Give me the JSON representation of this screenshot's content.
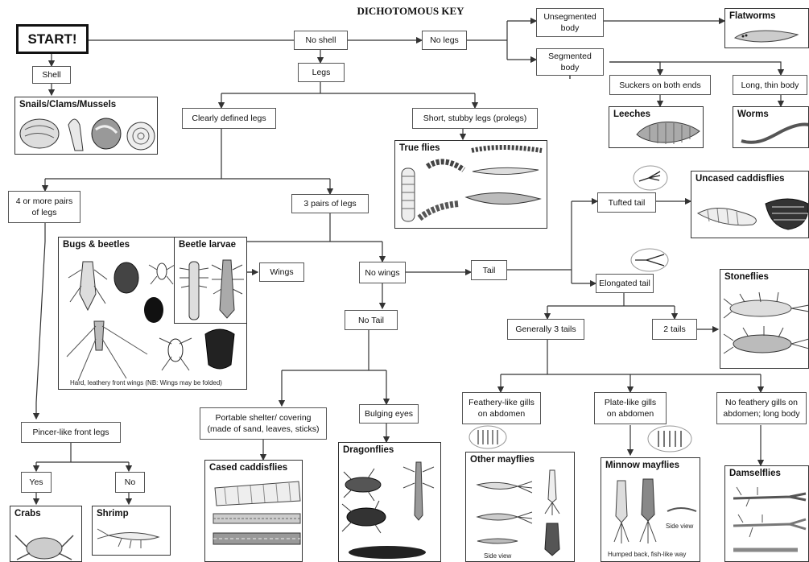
{
  "title": "DICHOTOMOUS KEY",
  "start": "START!",
  "nodes": {
    "shell": "Shell",
    "no_shell": "No shell",
    "no_legs": "No legs",
    "legs": "Legs",
    "unsegmented_body": "Unsegmented\nbody",
    "segmented_body": "Segmented\nbody",
    "suckers": "Suckers on both ends",
    "long_thin_body": "Long, thin body",
    "clearly_defined_legs": "Clearly defined legs",
    "stubby_legs": "Short, stubby legs (prolegs)",
    "four_pairs": "4 or more pairs\nof legs",
    "three_pairs": "3 pairs of legs",
    "wings": "Wings",
    "no_wings": "No wings",
    "tail": "Tail",
    "tufted_tail": "Tufted tail",
    "elongated_tail": "Elongated tail",
    "generally_3_tails": "Generally 3 tails",
    "two_tails": "2 tails",
    "no_tail": "No Tail",
    "pincer_legs": "Pincer-like front legs",
    "yes": "Yes",
    "no": "No",
    "portable_shelter": "Portable shelter/ covering\n(made of sand, leaves, sticks)",
    "bulging_eyes": "Bulging eyes",
    "feathery_gills": "Feathery-like gills\non abdomen",
    "plate_gills": "Plate-like gills\non abdomen",
    "no_feathery_gills": "No feathery gills on\nabdomen; long body"
  },
  "panels": {
    "flatworms": "Flatworms",
    "snails": "Snails/Clams/Mussels",
    "leeches": "Leeches",
    "worms": "Worms",
    "true_flies": "True flies",
    "uncased_caddisflies": "Uncased caddisflies",
    "bugs_beetles": "Bugs & beetles",
    "beetle_larvae": "Beetle larvae",
    "bugs_caption": "Hard, leathery front wings (NB: Wings may be folded)",
    "stoneflies": "Stoneflies",
    "crabs": "Crabs",
    "shrimp": "Shrimp",
    "cased_caddisflies": "Cased caddisflies",
    "dragonflies": "Dragonflies",
    "other_mayflies": "Other mayflies",
    "side_view": "Side view",
    "minnow_mayflies": "Minnow mayflies",
    "minnow_side_view": "Side view",
    "minnow_caption": "Humped back, fish-like way",
    "damselflies": "Damselflies"
  }
}
